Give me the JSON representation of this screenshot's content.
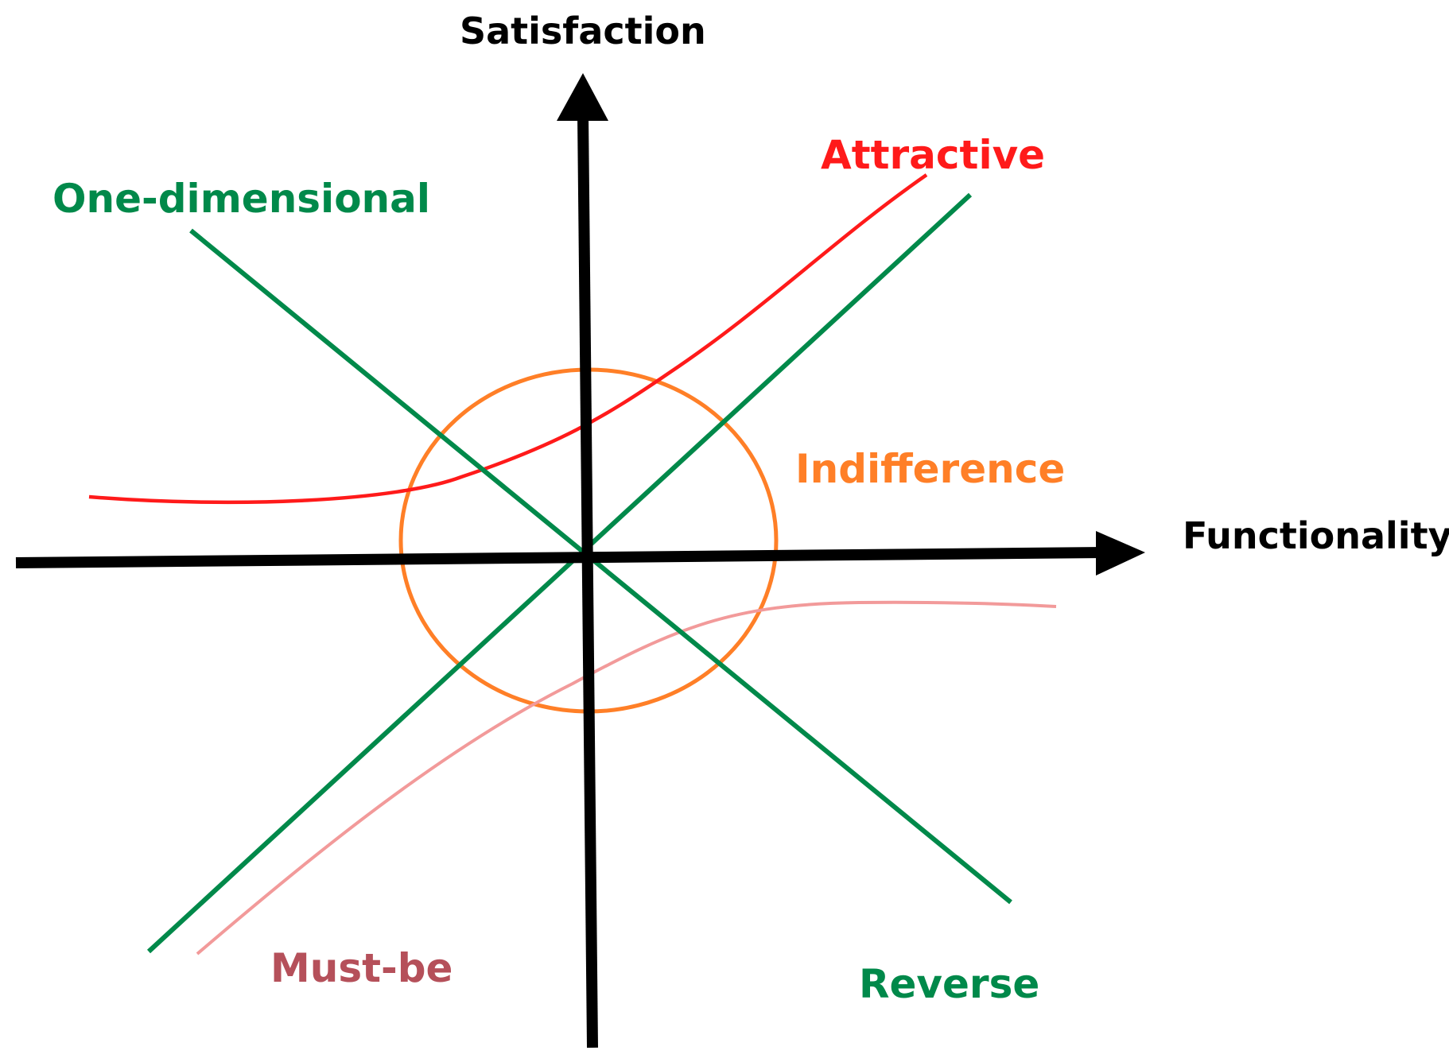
{
  "axes": {
    "y_label": "Satisfaction",
    "x_label": "Functionality"
  },
  "categories": {
    "attractive": {
      "label": "Attractive",
      "color": "#ff1a1a"
    },
    "one_dimensional": {
      "label": "One-dimensional",
      "color": "#00894a"
    },
    "indifference": {
      "label": "Indifference",
      "color": "#ff7f27"
    },
    "must_be": {
      "label": "Must-be",
      "color": "#b5505a",
      "curve_color": "#f29a9a"
    },
    "reverse": {
      "label": "Reverse",
      "color": "#00894a"
    }
  },
  "colors": {
    "axis": "#000000",
    "background": "#ffffff"
  }
}
